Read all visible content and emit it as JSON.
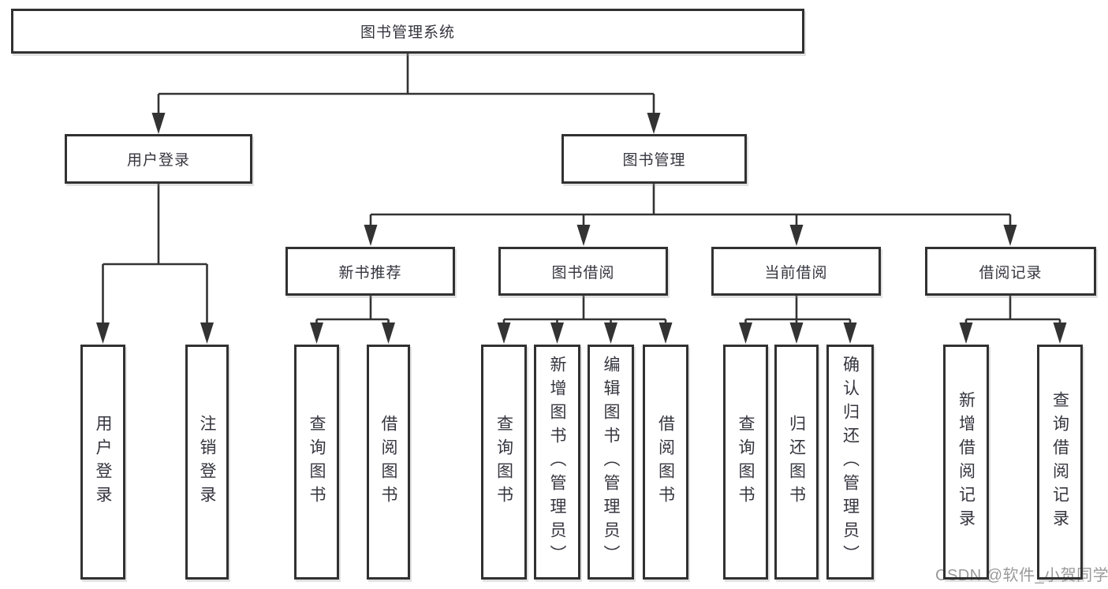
{
  "root_label": "图书管理系统",
  "level2": {
    "user_login": "用户登录",
    "book_management": "图书管理"
  },
  "level3": {
    "new_book_recommend": "新书推荐",
    "book_borrowing": "图书借阅",
    "current_borrowing": "当前借阅",
    "borrowing_records": "借阅记录"
  },
  "leaves": {
    "user_login": "用户登录",
    "logout": "注销登录",
    "query_books_recommend": "查询图书",
    "borrow_books_recommend": "借阅图书",
    "query_books_borrowing": "查询图书",
    "add_books_admin": "新增图书（管理员）",
    "edit_books_admin": "编辑图书（管理员）",
    "borrow_books_borrowing": "借阅图书",
    "query_books_current": "查询图书",
    "return_books": "归还图书",
    "confirm_return_admin": "确认归还（管理员）",
    "add_borrow_record": "新增借阅记录",
    "query_borrow_record": "查询借阅记录"
  },
  "watermark": "CSDN @软件_小贺同学",
  "colors": {
    "line": "#333333",
    "border": "#313131",
    "text": "#35353f",
    "watermark": "#9a9a9a",
    "background": "#ffffff"
  }
}
